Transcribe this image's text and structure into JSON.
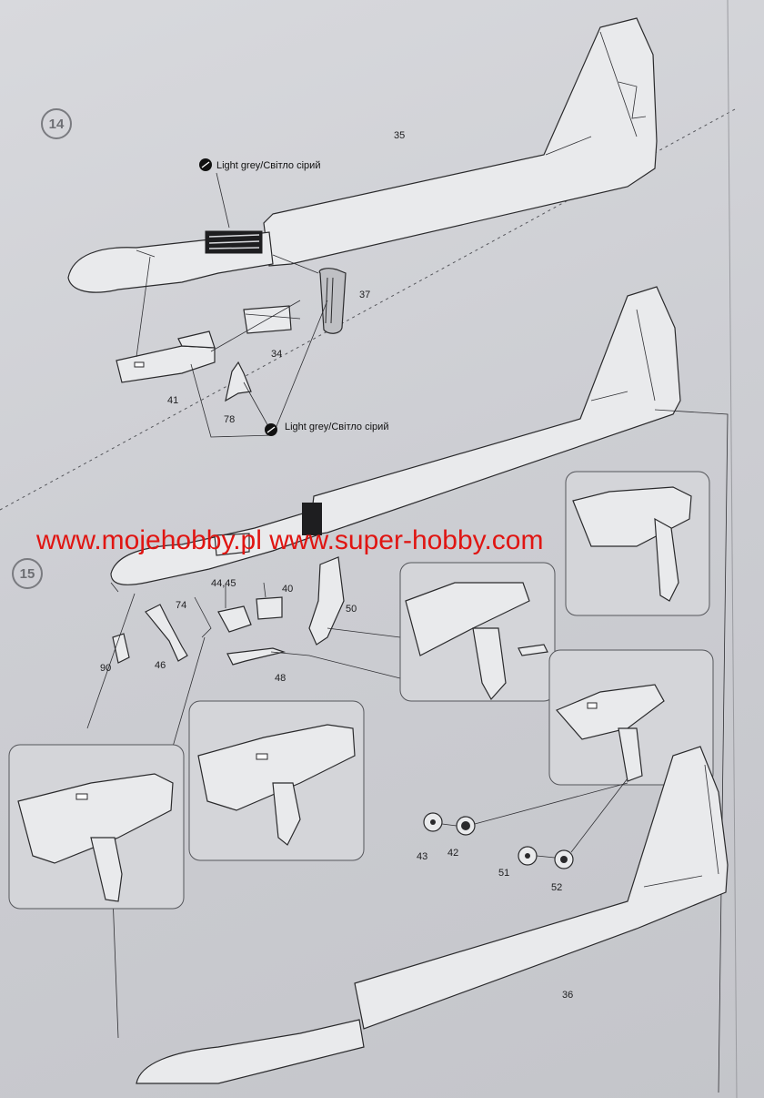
{
  "steps": [
    {
      "number": "14",
      "paint_callouts": [
        "Light grey/Світло сірий",
        "Light grey/Світло сірий"
      ],
      "part_labels": [
        "35",
        "37",
        "34",
        "41",
        "78"
      ]
    },
    {
      "number": "15",
      "part_labels": [
        "44,45",
        "74",
        "40",
        "50",
        "90",
        "46",
        "48",
        "43",
        "42",
        "51",
        "52",
        "36"
      ]
    }
  ],
  "watermark": "www.mojehobby.pl www.super-hobby.com",
  "colors": {
    "line": "#2a2a2c",
    "paper": "#d8d9dd",
    "watermark": "#e01512",
    "frame": "#55565b"
  },
  "icons": [
    "paint-swatch-icon"
  ]
}
